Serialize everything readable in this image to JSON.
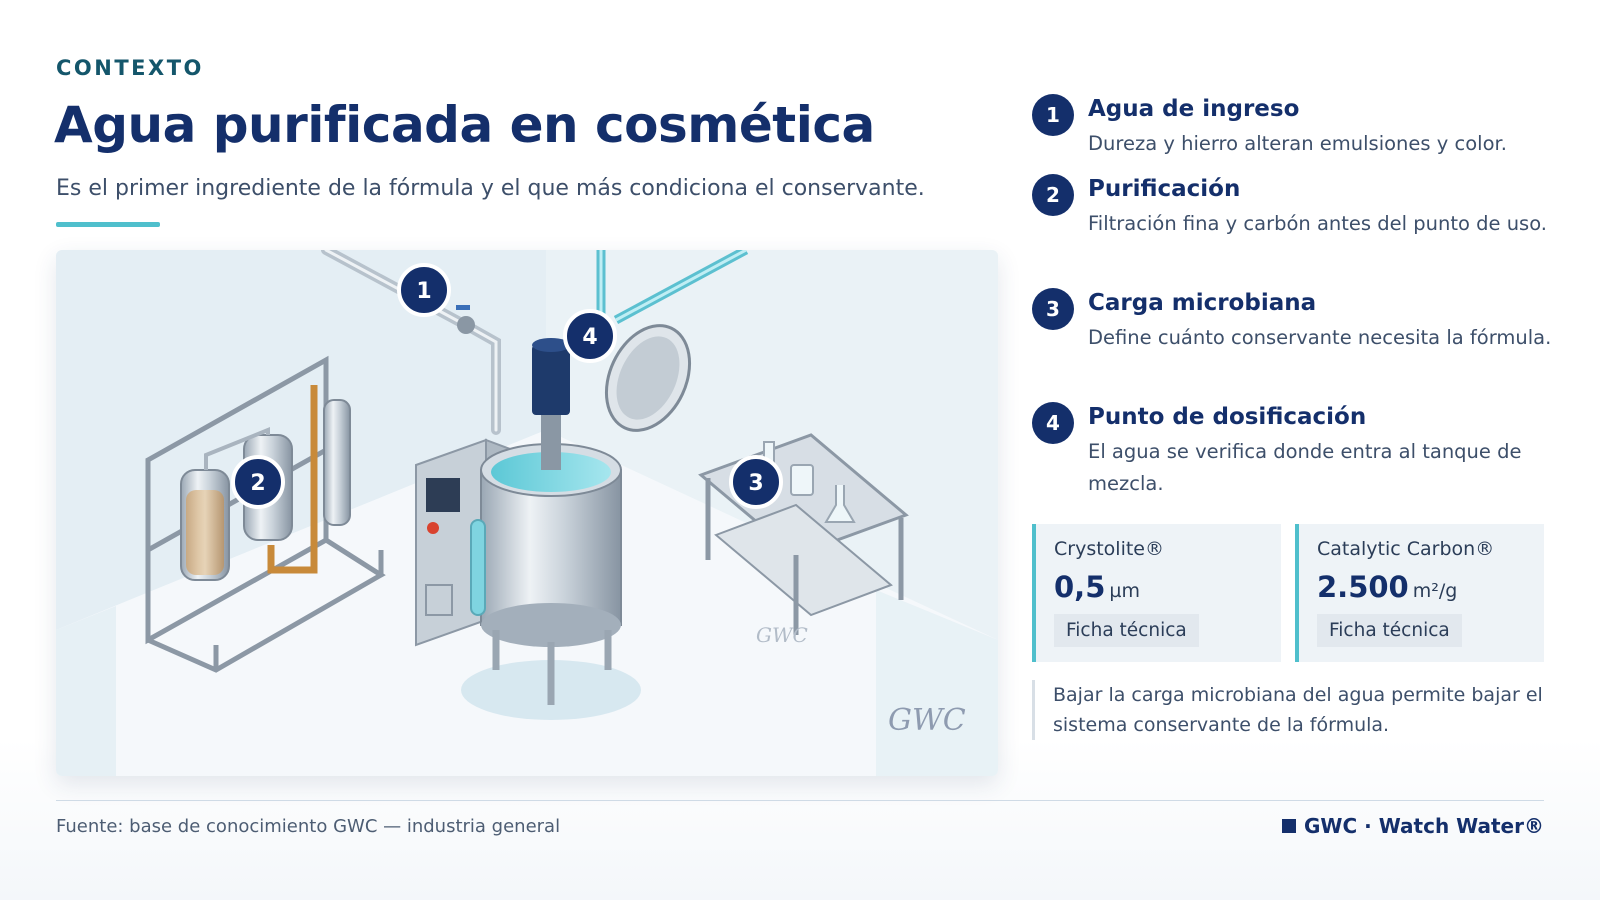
{
  "header": {
    "eyebrow": "CONTEXTO",
    "title": "Agua purificada en cosmética",
    "subtitle": "Es el primer ingrediente de la fórmula y el que más condiciona el conservante."
  },
  "illustration": {
    "markers": [
      "1",
      "2",
      "3",
      "4"
    ],
    "watermark": "GWC"
  },
  "steps": [
    {
      "num": "1",
      "title": "Agua de ingreso",
      "desc": "Dureza y hierro alteran emulsiones y color."
    },
    {
      "num": "2",
      "title": "Purificación",
      "desc": "Filtración fina y carbón antes del punto de uso."
    },
    {
      "num": "3",
      "title": "Carga microbiana",
      "desc": "Define cuánto conservante necesita la fórmula."
    },
    {
      "num": "4",
      "title": "Punto de dosificación",
      "desc": "El agua se verifica donde entra al tanque de mezcla."
    }
  ],
  "cards": [
    {
      "name": "Crystolite®",
      "value": "0,5",
      "unit": "µm",
      "button": "Ficha técnica"
    },
    {
      "name": "Catalytic Carbon®",
      "value": "2.500",
      "unit": "m²/g",
      "button": "Ficha técnica"
    }
  ],
  "note": "Bajar la carga microbiana del agua permite bajar el sistema conservante de la fórmula.",
  "footer": {
    "source": "Fuente: base de conocimiento GWC — industria general",
    "brand": "GWC · Watch Water®"
  },
  "colors": {
    "primary": "#142f6b",
    "accent": "#4fbfcc",
    "eyebrow": "#14566b"
  }
}
